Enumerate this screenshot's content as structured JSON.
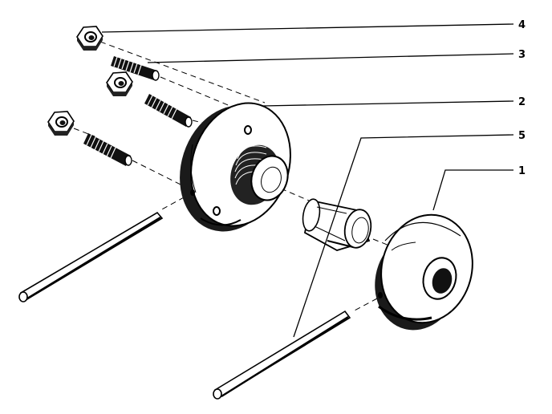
{
  "diagram": {
    "callouts": [
      {
        "id": "1",
        "label": "1",
        "part": "outer-collar"
      },
      {
        "id": "2",
        "label": "2",
        "part": "threaded-flange-hub"
      },
      {
        "id": "3",
        "label": "3",
        "part": "threaded-stud"
      },
      {
        "id": "4",
        "label": "4",
        "part": "hex-nut"
      },
      {
        "id": "5",
        "label": "5",
        "part": "tommy-bar"
      }
    ]
  }
}
